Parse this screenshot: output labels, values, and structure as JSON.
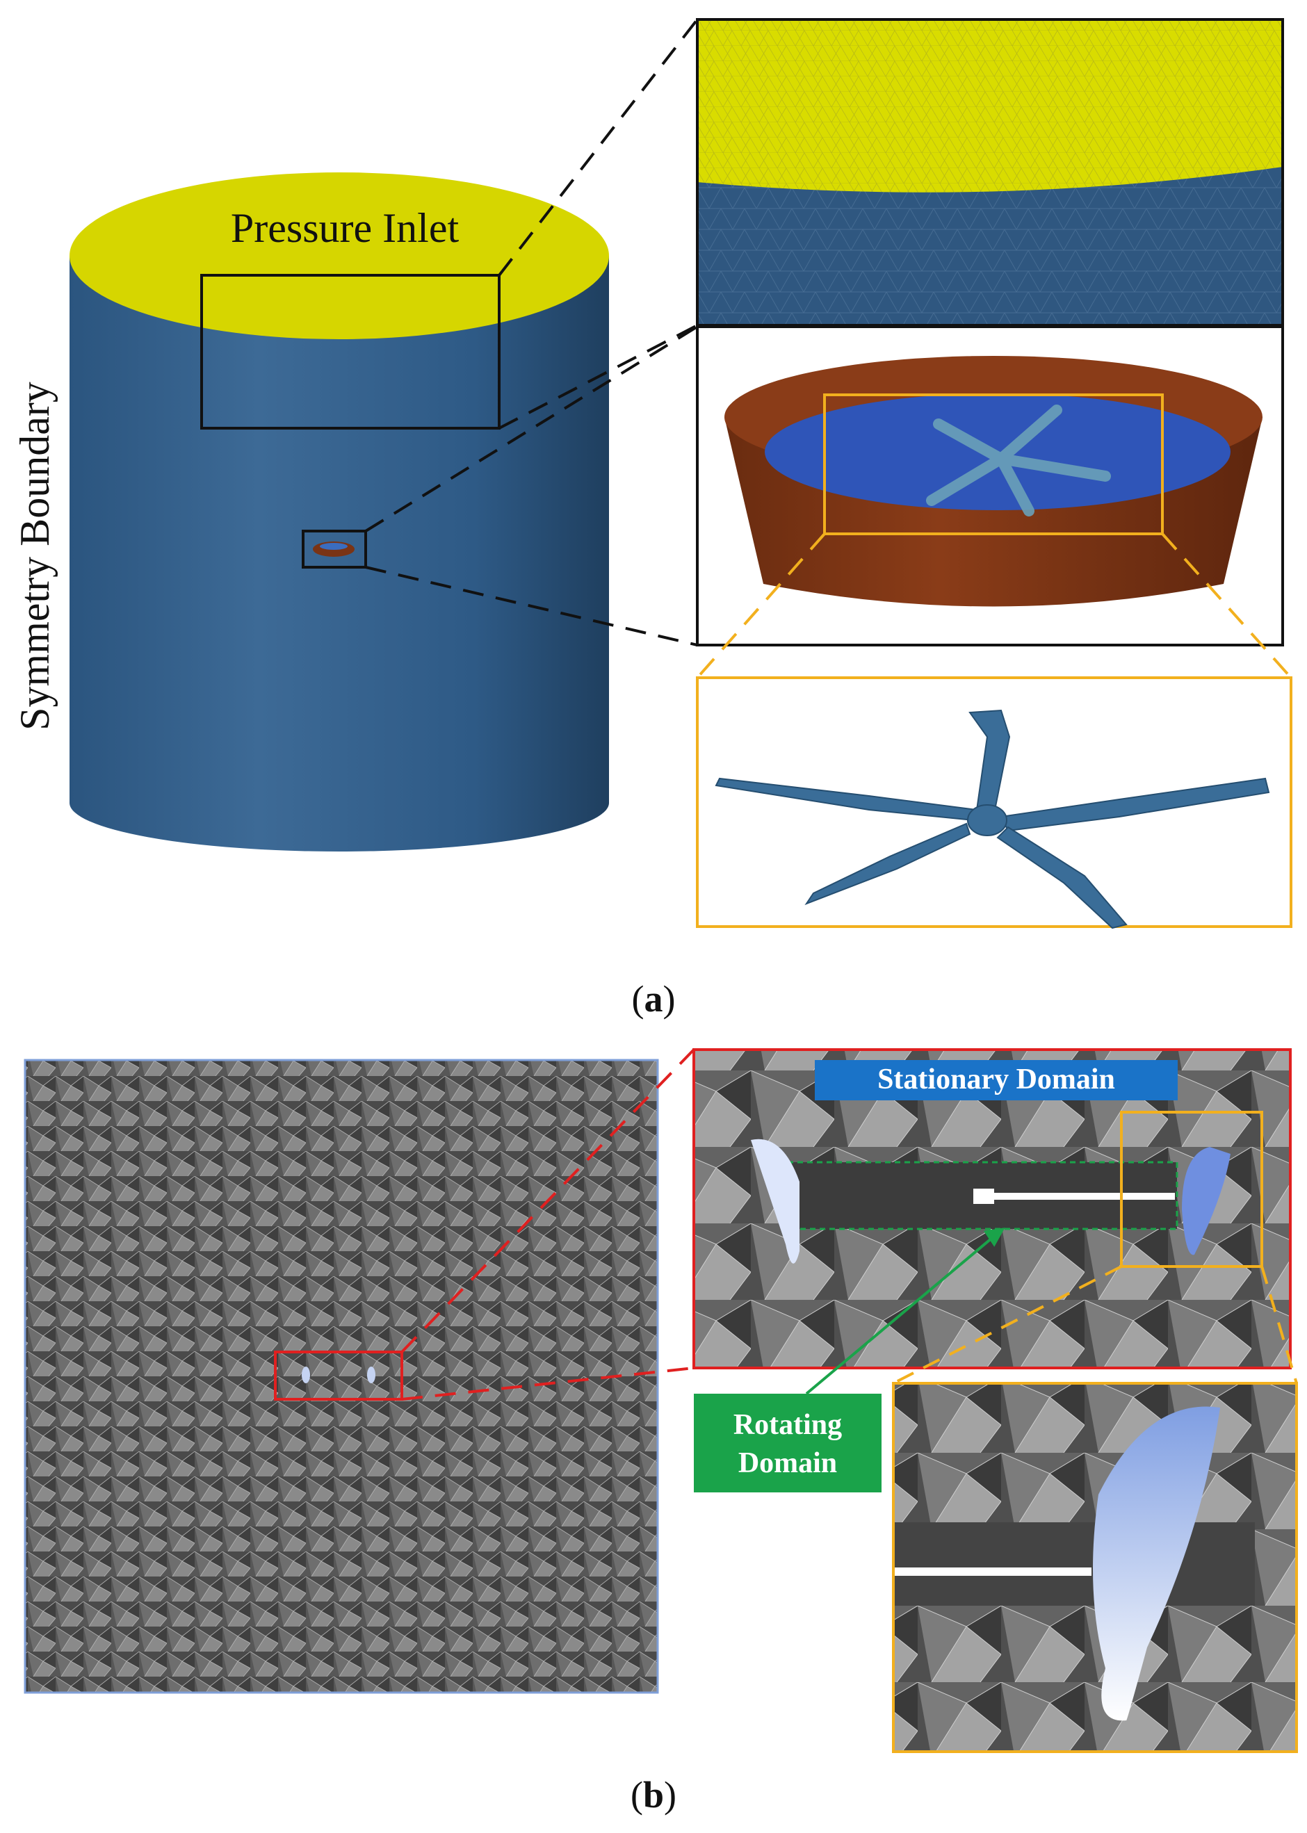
{
  "panel_a": {
    "pressure_inlet_label": "Pressure Inlet",
    "symmetry_boundary_label": "Symmetry Boundary",
    "caption_letter": "a",
    "caption_open": "(",
    "caption_close": ")"
  },
  "panel_b": {
    "stationary_domain_label": "Stationary Domain",
    "rotating_domain_line1": "Rotating",
    "rotating_domain_line2": "Domain",
    "caption_letter": "b",
    "caption_open": "(",
    "caption_close": ")"
  },
  "colors": {
    "cylinder_blue": "#2f5a85",
    "inlet_yellow": "#d6d600",
    "duct_brown": "#7a3415",
    "rotor_blue": "#3a6d98",
    "mesh_gray": "#5a5a5a",
    "highlight_red": "#e02020",
    "highlight_orange": "#f2b01e",
    "stationary_badge": "#1a73c8",
    "rotating_badge": "#1aa34a",
    "mesh_frame_blue": "#7f9fd8"
  }
}
